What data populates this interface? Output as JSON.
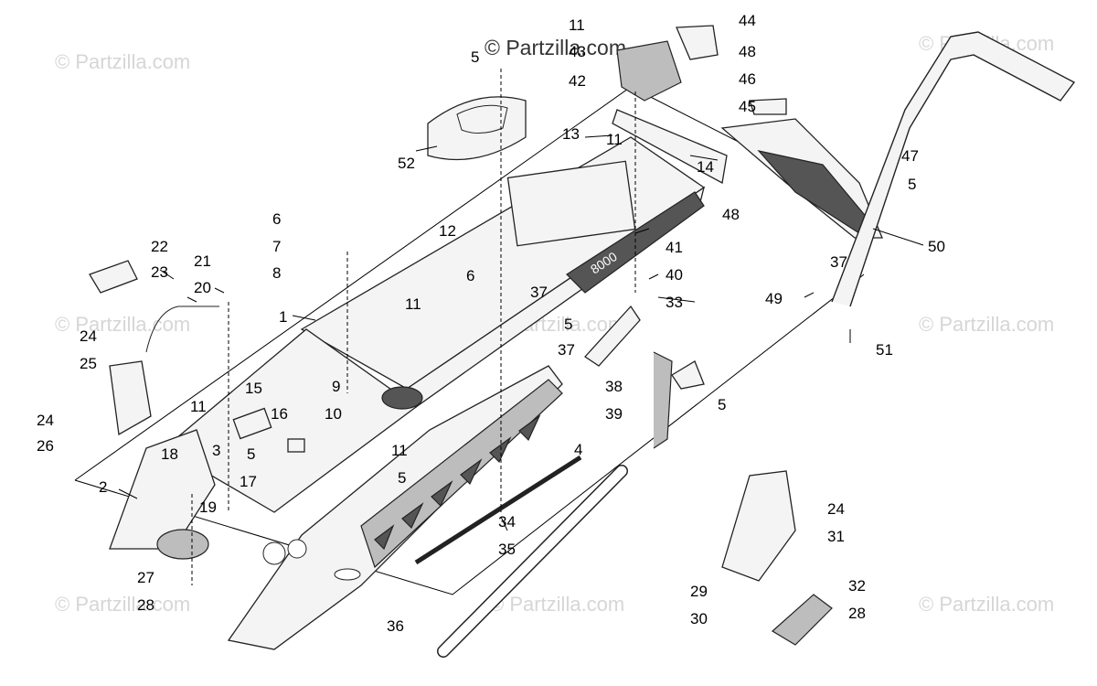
{
  "watermark": {
    "main": "© Partzilla.com",
    "repeat": "© Partzilla.com"
  },
  "callouts": {
    "c1": "1",
    "c2": "2",
    "c3": "3",
    "c4": "4",
    "c5a": "5",
    "c5b": "5",
    "c5c": "5",
    "c5d": "5",
    "c5e": "5",
    "c5f": "5",
    "c6a": "6",
    "c6b": "6",
    "c7": "7",
    "c8": "8",
    "c9": "9",
    "c10": "10",
    "c11a": "11",
    "c11b": "11",
    "c11c": "11",
    "c11d": "11",
    "c11e": "11",
    "c12": "12",
    "c13": "13",
    "c14": "14",
    "c15": "15",
    "c16": "16",
    "c17": "17",
    "c18": "18",
    "c19": "19",
    "c20": "20",
    "c21": "21",
    "c22": "22",
    "c23": "23",
    "c24a": "24",
    "c24b": "24",
    "c24c": "24",
    "c25": "25",
    "c26": "26",
    "c27": "27",
    "c28a": "28",
    "c28b": "28",
    "c29": "29",
    "c30": "30",
    "c31": "31",
    "c32": "32",
    "c33": "33",
    "c34": "34",
    "c35": "35",
    "c36": "36",
    "c37a": "37",
    "c37b": "37",
    "c37c": "37",
    "c38": "38",
    "c39": "39",
    "c40": "40",
    "c41": "41",
    "c42": "42",
    "c43": "43",
    "c44": "44",
    "c45": "45",
    "c46": "46",
    "c47": "47",
    "c48a": "48",
    "c48b": "48",
    "c49": "49",
    "c50": "50",
    "c51": "51",
    "c52": "52"
  },
  "decal_text": "8000"
}
